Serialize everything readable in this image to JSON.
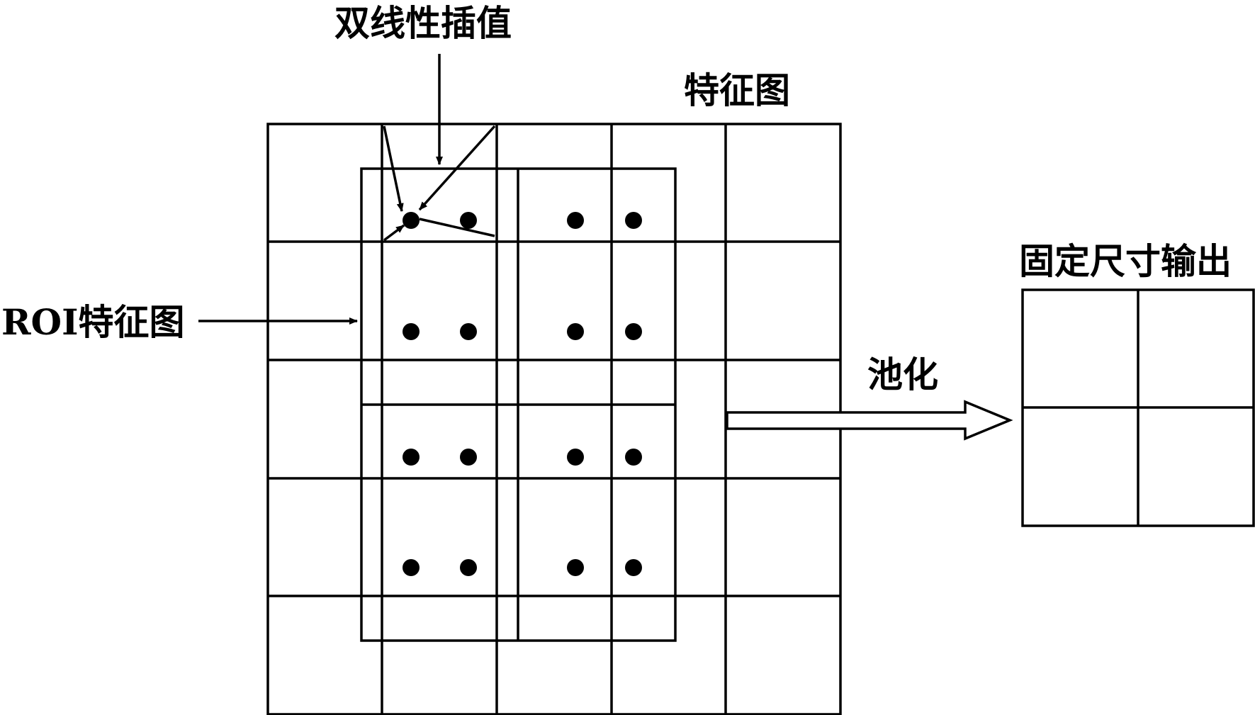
{
  "labels": {
    "bilinear_interpolation": "双线性插值",
    "feature_map": "特征图",
    "roi_feature_map": "ROI特征图",
    "pooling": "池化",
    "fixed_size_output": "固定尺寸输出"
  },
  "structure": {
    "feature_map_grid": {
      "rows": 5,
      "cols": 5
    },
    "roi_bins": {
      "rows": 2,
      "cols": 2
    },
    "sampling_points_per_bin": {
      "rows": 2,
      "cols": 2
    },
    "output_grid": {
      "rows": 2,
      "cols": 2
    }
  },
  "colors": {
    "stroke": "#000000",
    "background": "#ffffff"
  }
}
